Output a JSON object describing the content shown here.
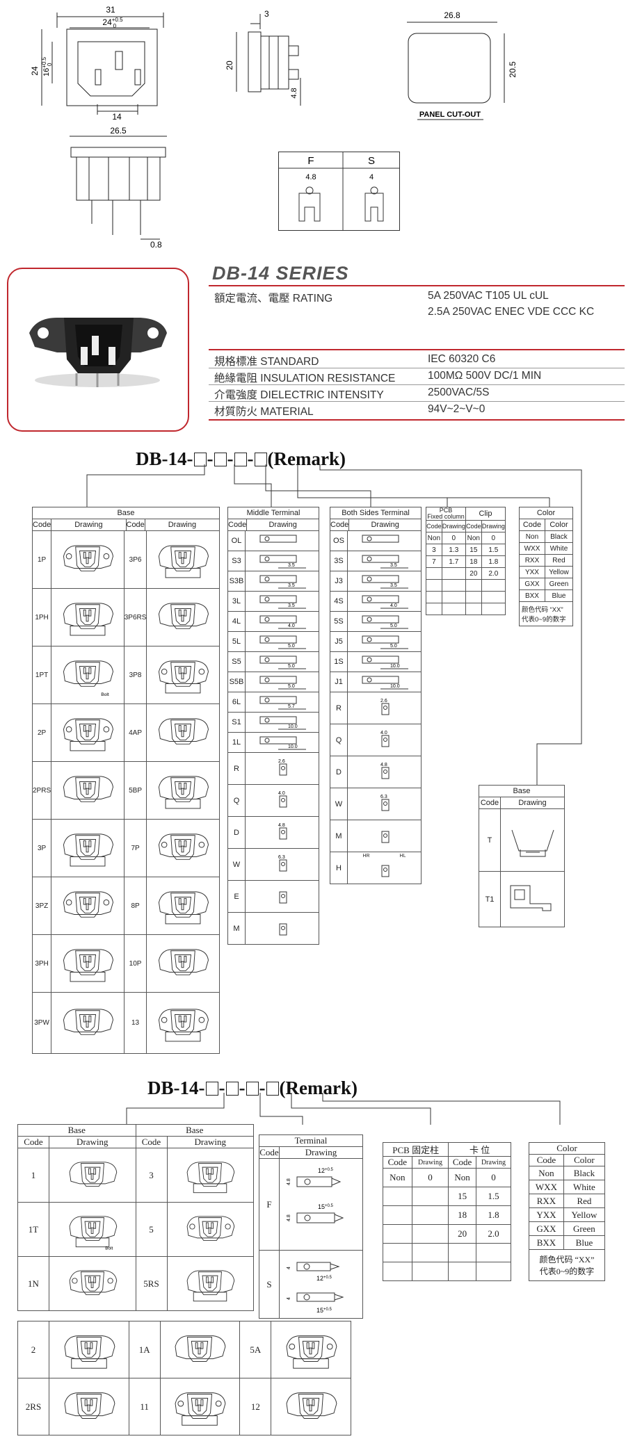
{
  "dims": {
    "front_w": "31",
    "front_inner": "24",
    "front_inner_tol_sup": "+0.5",
    "front_inner_tol_sub": "0",
    "front_h": "24",
    "front_h2": "16",
    "front_h2_tol_sup": "+0.5",
    "front_h2_tol_sub": "0",
    "front_pin": "14",
    "side_t": "3",
    "side_h": "20",
    "side_pin": "4.8",
    "cutout_w": "26.8",
    "cutout_h": "20.5",
    "cutout_label": "PANEL CUT-OUT",
    "bottom_w": "26.5",
    "bottom_pin": "0.8",
    "fs_f": "F",
    "fs_s": "S",
    "fs_f_dim": "4.8",
    "fs_s_dim": "4"
  },
  "series": {
    "title": "DB-14 SERIES",
    "specs": [
      {
        "label": "額定電流、電壓 RATING",
        "value1": "5A 250VAC T105 UL cUL",
        "value2": "2.5A 250VAC ENEC VDE CCC KC"
      },
      {
        "label": "規格標准 STANDARD",
        "value1": "IEC 60320 C6"
      },
      {
        "label": "絶緣電阻 INSULATION RESISTANCE",
        "value1": "100MΩ 500V DC/1 MIN"
      },
      {
        "label": "介電強度 DIELECTRIC INTENSITY",
        "value1": "2500VAC/5S"
      },
      {
        "label": "材質防火 MATERIAL",
        "value1": "94V~2~V~0"
      }
    ]
  },
  "pn1": {
    "prefix": "DB-14-",
    "dash": "-",
    "remark": "(Remark)"
  },
  "t1": {
    "title": "Base",
    "code": "Code",
    "drawing": "Drawing",
    "rows": [
      [
        "1P",
        "3P6"
      ],
      [
        "1PH",
        "3P6RS"
      ],
      [
        "1PT",
        "3P8"
      ],
      [
        "2P",
        "4AP"
      ],
      [
        "2PRS",
        "5BP"
      ],
      [
        "3P",
        "7P"
      ],
      [
        "3PZ",
        "8P"
      ],
      [
        "3PH",
        "10P"
      ],
      [
        "3PW",
        "13"
      ]
    ],
    "bolt": "Bolt"
  },
  "t2": {
    "title": "Middle Terminal",
    "code": "Code",
    "drawing": "Drawing",
    "rows": [
      {
        "c": "OL",
        "d": ""
      },
      {
        "c": "S3",
        "d": "3.5"
      },
      {
        "c": "S3B",
        "d": "3.5"
      },
      {
        "c": "3L",
        "d": "3.5"
      },
      {
        "c": "4L",
        "d": "4.0"
      },
      {
        "c": "5L",
        "d": "5.0"
      },
      {
        "c": "S5",
        "d": "5.0"
      },
      {
        "c": "S5B",
        "d": "5.0"
      },
      {
        "c": "6L",
        "d": "5.7"
      },
      {
        "c": "S1",
        "d": "10.0"
      },
      {
        "c": "1L",
        "d": "10.0"
      },
      {
        "c": "R",
        "d": "2.6"
      },
      {
        "c": "Q",
        "d": "4.0"
      },
      {
        "c": "D",
        "d": "4.8"
      },
      {
        "c": "W",
        "d": "6.3"
      },
      {
        "c": "E",
        "d": ""
      },
      {
        "c": "M",
        "d": ""
      }
    ]
  },
  "t3": {
    "title": "Both Sides Terminal",
    "code": "Code",
    "drawing": "Drawing",
    "rows": [
      {
        "c": "OS",
        "d": ""
      },
      {
        "c": "3S",
        "d": "3.5"
      },
      {
        "c": "J3",
        "d": "3.5"
      },
      {
        "c": "4S",
        "d": "4.0"
      },
      {
        "c": "5S",
        "d": "5.0"
      },
      {
        "c": "J5",
        "d": "5.0"
      },
      {
        "c": "1S",
        "d": "10.0"
      },
      {
        "c": "J1",
        "d": "10.0"
      },
      {
        "c": "R",
        "d": "2.6"
      },
      {
        "c": "Q",
        "d": "4.0"
      },
      {
        "c": "D",
        "d": "4.8"
      },
      {
        "c": "W",
        "d": "6.3"
      },
      {
        "c": "M",
        "d": ""
      },
      {
        "c": "H",
        "d": ""
      }
    ],
    "hr": "HR",
    "hl": "HL"
  },
  "t4": {
    "pcb": "PCB",
    "fixed": "Fixed column",
    "clip": "Clip",
    "code": "Code",
    "drawing": "Drawing",
    "rows": [
      [
        "Non",
        "0",
        "Non",
        "0"
      ],
      [
        "3",
        "1.3",
        "15",
        "1.5"
      ],
      [
        "7",
        "1.7",
        "18",
        "1.8"
      ],
      [
        "",
        "",
        "20",
        "2.0"
      ]
    ]
  },
  "t5": {
    "title": "Color",
    "code": "Code",
    "color": "Color",
    "rows": [
      [
        "Non",
        "Black"
      ],
      [
        "WXX",
        "White"
      ],
      [
        "RXX",
        "Red"
      ],
      [
        "YXX",
        "Yellow"
      ],
      [
        "GXX",
        "Green"
      ],
      [
        "BXX",
        "Blue"
      ]
    ],
    "note1": "颜色代码 “XX”",
    "note2": "代表0~9的数字"
  },
  "t6": {
    "title": "Base",
    "code": "Code",
    "drawing": "Drawing",
    "rows": [
      "T",
      "T1"
    ]
  },
  "pn2": {
    "prefix": "DB-14-",
    "dash": "-",
    "remark": "(Remark)"
  },
  "b1": {
    "title": "Base",
    "code": "Code",
    "drawing": "Drawing",
    "rows": [
      [
        "1",
        "3"
      ],
      [
        "1T",
        "5"
      ],
      [
        "1N",
        "5RS"
      ]
    ],
    "bolt": "Bolt"
  },
  "b2": {
    "rows": [
      [
        "2",
        "1A",
        "5A"
      ],
      [
        "2RS",
        "11",
        "12"
      ]
    ]
  },
  "bt": {
    "title": "Terminal",
    "code": "Code",
    "drawing": "Drawing",
    "rows": [
      "F",
      "S"
    ],
    "f1": "12",
    "f2": "15",
    "tol": "+0.5",
    "w1": "4.8",
    "w2": "4"
  },
  "bp": {
    "pcb": "PCB 固定柱",
    "clip": "卡 位",
    "code": "Code",
    "drawing": "Drawing",
    "rows": [
      [
        "Non",
        "0",
        "Non",
        "0"
      ],
      [
        "",
        "",
        "15",
        "1.5"
      ],
      [
        "",
        "",
        "18",
        "1.8"
      ],
      [
        "",
        "",
        "20",
        "2.0"
      ],
      [
        "",
        "",
        "",
        ""
      ],
      [
        "",
        "",
        "",
        ""
      ]
    ]
  },
  "bc": {
    "title": "Color",
    "code": "Code",
    "color": "Color",
    "rows": [
      [
        "Non",
        "Black"
      ],
      [
        "WXX",
        "White"
      ],
      [
        "RXX",
        "Red"
      ],
      [
        "YXX",
        "Yellow"
      ],
      [
        "GXX",
        "Green"
      ],
      [
        "BXX",
        "Blue"
      ]
    ],
    "note1": "颜色代码 “XX”",
    "note2": "代表0~9的数字"
  }
}
